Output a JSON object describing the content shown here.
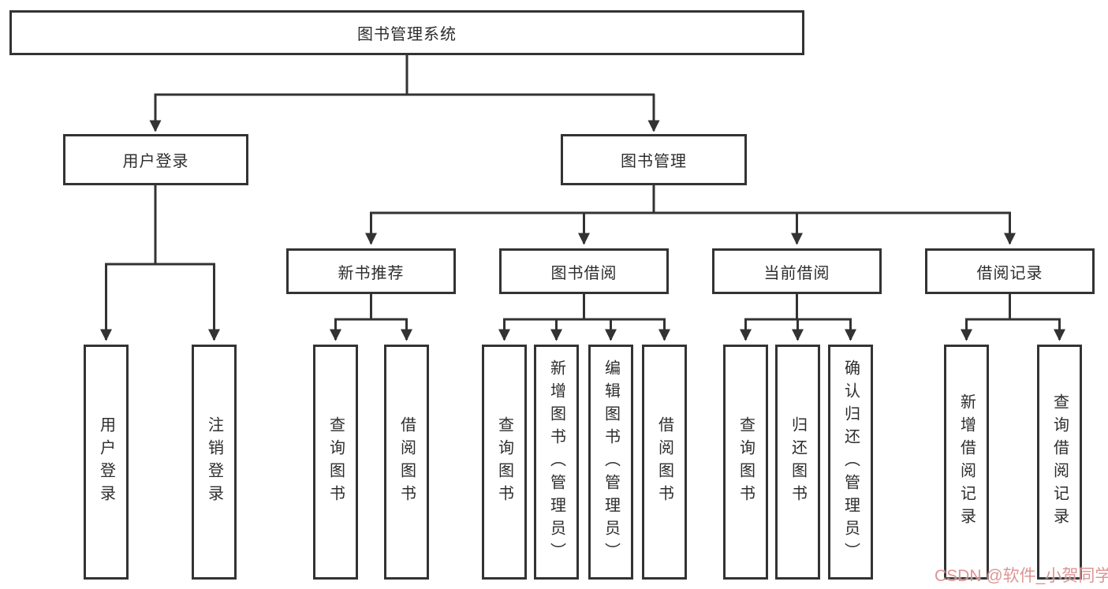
{
  "diagram_type": "hierarchy-tree",
  "colors": {
    "line": "#333333",
    "box_border": "#333333",
    "box_background": "#ffffff",
    "page_background": "#ffffff",
    "watermark_text": "#d68282"
  },
  "tree": {
    "root": "图书管理系统",
    "children": [
      {
        "label": "用户登录",
        "children": [
          {
            "label": "用户登录"
          },
          {
            "label": "注销登录"
          }
        ]
      },
      {
        "label": "图书管理",
        "children": [
          {
            "label": "新书推荐",
            "children": [
              {
                "label": "查询图书"
              },
              {
                "label": "借阅图书"
              }
            ]
          },
          {
            "label": "图书借阅",
            "children": [
              {
                "label": "查询图书"
              },
              {
                "label": "新增图书（管理员）"
              },
              {
                "label": "编辑图书（管理员）"
              },
              {
                "label": "借阅图书"
              }
            ]
          },
          {
            "label": "当前借阅",
            "children": [
              {
                "label": "查询图书"
              },
              {
                "label": "归还图书"
              },
              {
                "label": "确认归还（管理员）"
              }
            ]
          },
          {
            "label": "借阅记录",
            "children": [
              {
                "label": "新增借阅记录"
              },
              {
                "label": "查询借阅记录"
              }
            ]
          }
        ]
      }
    ]
  },
  "watermark": {
    "text": "CSDN @软件_小贺同学"
  }
}
